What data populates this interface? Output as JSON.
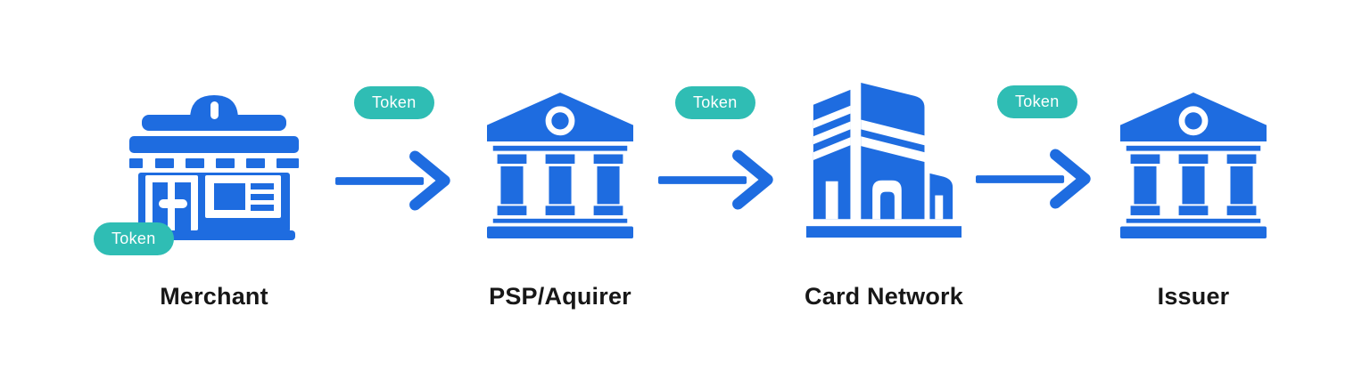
{
  "colors": {
    "primary_blue": "#1e6ce0",
    "token_teal": "#2fbdb4",
    "label_text": "#171717",
    "token_text": "#ffffff",
    "background": "#ffffff"
  },
  "nodes": [
    {
      "label": "Merchant",
      "icon": "storefront-icon",
      "token_badge": "Token"
    },
    {
      "label": "PSP/Aquirer",
      "icon": "bank-icon"
    },
    {
      "label": "Card Network",
      "icon": "office-building-icon"
    },
    {
      "label": "Issuer",
      "icon": "bank-icon"
    }
  ],
  "arrows": [
    {
      "direction": "right",
      "token_badge": "Token"
    },
    {
      "direction": "right",
      "token_badge": "Token"
    },
    {
      "direction": "right",
      "token_badge": "Token"
    }
  ]
}
